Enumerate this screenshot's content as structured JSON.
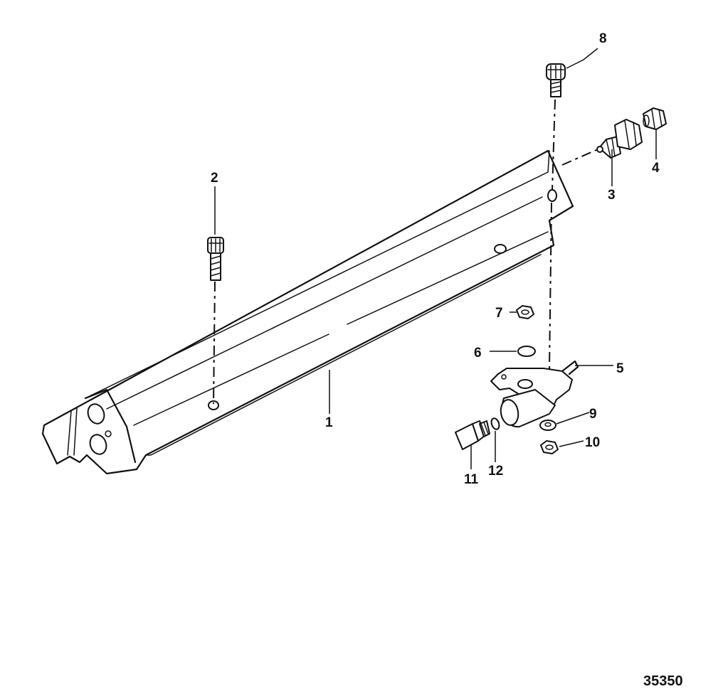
{
  "callouts": {
    "c1": "1",
    "c2": "2",
    "c3": "3",
    "c4": "4",
    "c5": "5",
    "c6": "6",
    "c7": "7",
    "c8": "8",
    "c9": "9",
    "c10": "10",
    "c11": "11",
    "c12": "12"
  },
  "figure_number": "35350"
}
